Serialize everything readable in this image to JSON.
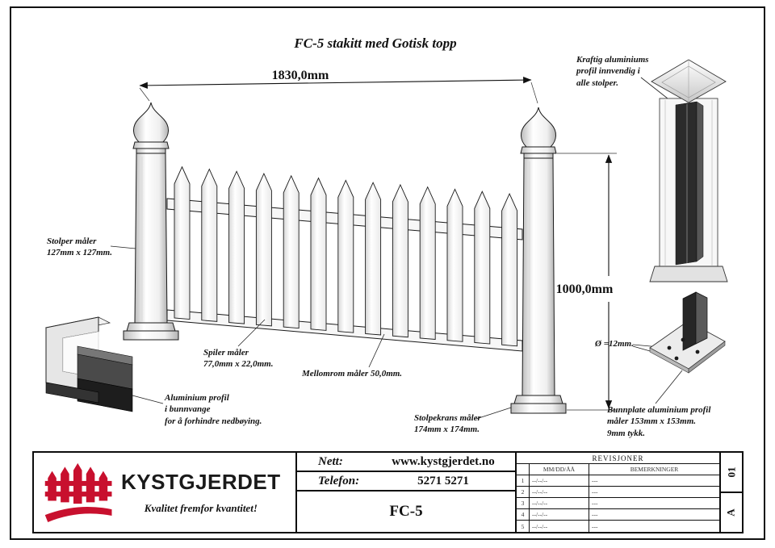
{
  "sheet": {
    "title": "FC-5 stakitt med Gotisk topp"
  },
  "dimensions": {
    "width": "1830,0mm",
    "height": "1000,0mm"
  },
  "callouts": {
    "stolper": [
      "Stolper måler",
      "127mm x 127mm."
    ],
    "kraftig": [
      "Kraftig aluminiums",
      "profil innvendig i",
      "alle stolper."
    ],
    "spiler": [
      "Spiler måler",
      "77,0mm x 22,0mm."
    ],
    "mellomrom": [
      "Mellomrom måler 50,0mm."
    ],
    "aluminium": [
      "Aluminium profil",
      "i bunnvange",
      "for å forhindre nedbøying."
    ],
    "stolpekrans": [
      "Stolpekrans måler",
      "174mm x 174mm."
    ],
    "diameter": [
      "Ø =12mm."
    ],
    "bunnplate": [
      "Bunnplate aluminium profil",
      "måler 153mm x 153mm.",
      "9mm tykk."
    ]
  },
  "titleblock": {
    "brand": "KYSTGJERDET",
    "tagline": "Kvalitet fremfor kvantitet!",
    "nett_label": "Nett:",
    "nett_value": "www.kystgjerdet.no",
    "telefon_label": "Telefon:",
    "telefon_value": "5271 5271",
    "model": "FC-5",
    "revisions": {
      "title": "REVISJONER",
      "date_header": "MM/DD/ÅÅ",
      "remarks_header": "BEMERKNINGER",
      "rows": [
        {
          "num": "1",
          "date": "--/--/--",
          "remark": "---"
        },
        {
          "num": "2",
          "date": "--/--/--",
          "remark": "---"
        },
        {
          "num": "3",
          "date": "--/--/--",
          "remark": "---"
        },
        {
          "num": "4",
          "date": "--/--/--",
          "remark": "---"
        },
        {
          "num": "5",
          "date": "--/--/--",
          "remark": "---"
        }
      ]
    },
    "sheet_number": "01",
    "revision_letter": "A"
  },
  "colors": {
    "brand_red": "#c8102e",
    "line_black": "#111111"
  }
}
